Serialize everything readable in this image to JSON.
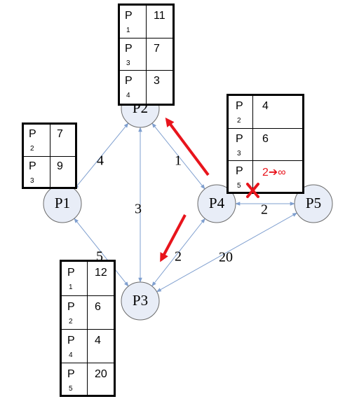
{
  "nodes": [
    {
      "id": "P1",
      "label": "P1"
    },
    {
      "id": "P2",
      "label": "P2"
    },
    {
      "id": "P3",
      "label": "P3"
    },
    {
      "id": "P4",
      "label": "P4"
    },
    {
      "id": "P5",
      "label": "P5"
    }
  ],
  "edges": [
    {
      "from": "P1",
      "to": "P2",
      "weight": "4"
    },
    {
      "from": "P2",
      "to": "P4",
      "weight": "1"
    },
    {
      "from": "P2",
      "to": "P3",
      "weight": "3"
    },
    {
      "from": "P1",
      "to": "P3",
      "weight": "5"
    },
    {
      "from": "P3",
      "to": "P4",
      "weight": "2"
    },
    {
      "from": "P4",
      "to": "P5",
      "weight": "2"
    },
    {
      "from": "P3",
      "to": "P5",
      "weight": "20"
    }
  ],
  "tables": {
    "p2": {
      "rows": [
        {
          "p": "P",
          "sub": "1",
          "v": "11"
        },
        {
          "p": "P",
          "sub": "3",
          "v": "7"
        },
        {
          "p": "P",
          "sub": "4",
          "v": "3"
        }
      ]
    },
    "p1": {
      "rows": [
        {
          "p": "P",
          "sub": "2",
          "v": "7"
        },
        {
          "p": "P",
          "sub": "3",
          "v": "9"
        }
      ]
    },
    "p4": {
      "rows": [
        {
          "p": "P",
          "sub": "2",
          "v": "4"
        },
        {
          "p": "P",
          "sub": "3",
          "v": "6"
        },
        {
          "p": "P",
          "sub": "5",
          "v": "2➔∞"
        }
      ]
    },
    "p3": {
      "rows": [
        {
          "p": "P",
          "sub": "1",
          "v": "12"
        },
        {
          "p": "P",
          "sub": "2",
          "v": "6"
        },
        {
          "p": "P",
          "sub": "4",
          "v": "4"
        },
        {
          "p": "P",
          "sub": "5",
          "v": "20"
        }
      ]
    }
  },
  "colors": {
    "node_fill": "#e8edf7",
    "node_stroke": "#6b6b6b",
    "edge": "#7f9fcf",
    "highlight": "#e8141c"
  },
  "icons": {
    "broken_link": "x-mark-icon"
  }
}
